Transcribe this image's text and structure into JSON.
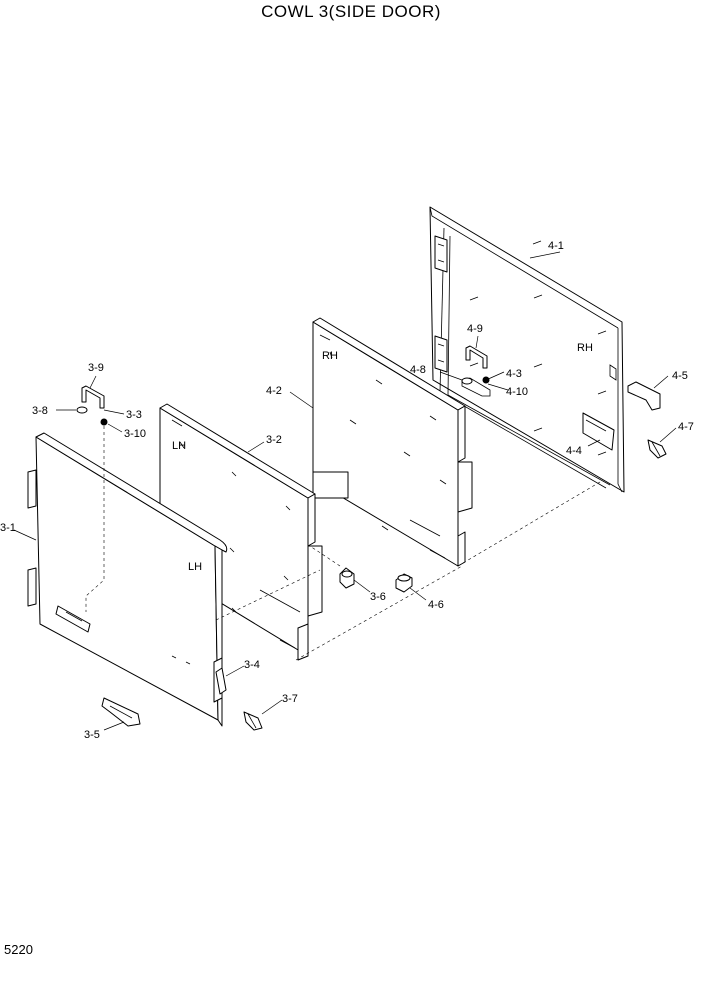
{
  "title": "COWL 3(SIDE DOOR)",
  "page_number": "5220",
  "side_labels": {
    "lh_outer": "LH",
    "lh_inner": "LH",
    "rh_inner": "RH",
    "rh_outer": "RH"
  },
  "callouts": {
    "c3_1": "3-1",
    "c3_2": "3-2",
    "c3_3": "3-3",
    "c3_4": "3-4",
    "c3_5": "3-5",
    "c3_6": "3-6",
    "c3_7": "3-7",
    "c3_8": "3-8",
    "c3_9": "3-9",
    "c3_10": "3-10",
    "c4_1": "4-1",
    "c4_2": "4-2",
    "c4_3": "4-3",
    "c4_4": "4-4",
    "c4_5": "4-5",
    "c4_6": "4-6",
    "c4_7": "4-7",
    "c4_8": "4-8",
    "c4_9": "4-9",
    "c4_10": "4-10"
  }
}
